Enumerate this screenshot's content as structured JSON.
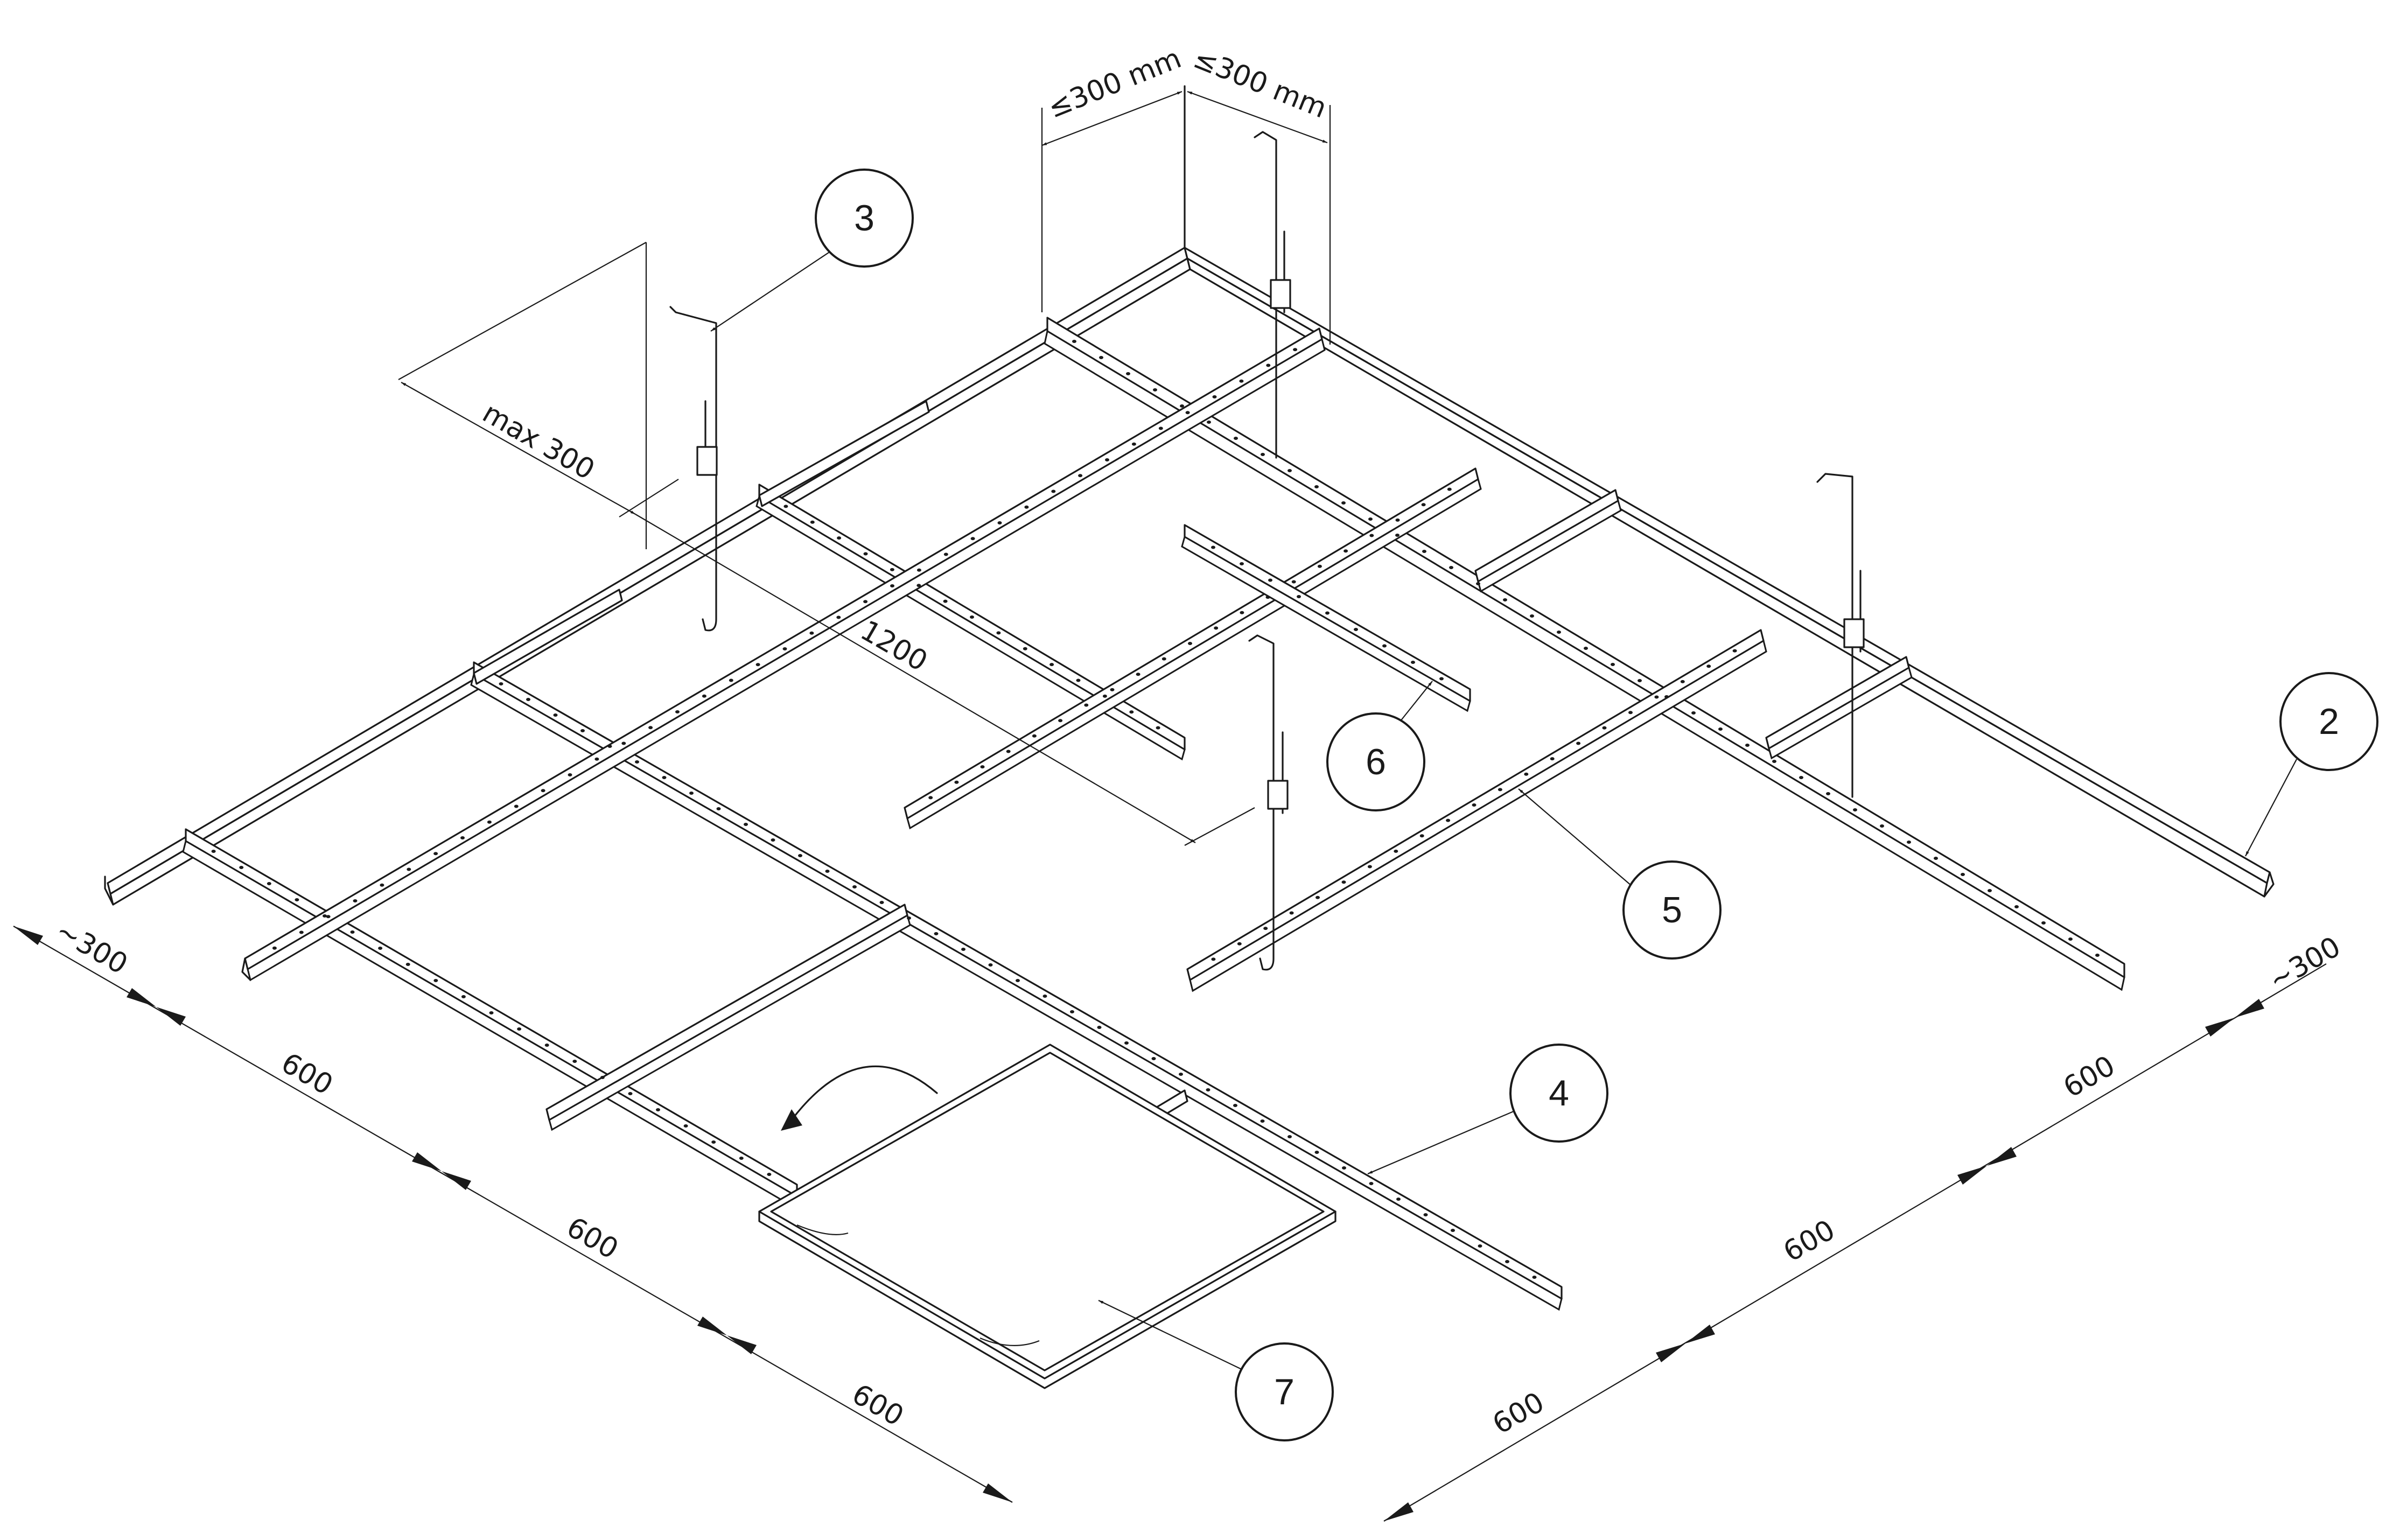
{
  "dimensions": {
    "top_left": "≤300 mm",
    "top_right": "≤300 mm",
    "hanger_spacing": "max 300",
    "main_span": "1200",
    "left_edge": "~300",
    "left_1": "600",
    "left_2": "600",
    "left_3": "600",
    "right_edge": "~300",
    "right_1": "600",
    "right_2": "600",
    "right_3": "600"
  },
  "callouts": {
    "c2": "2",
    "c3": "3",
    "c4": "4",
    "c5": "5",
    "c6": "6",
    "c7": "7"
  }
}
